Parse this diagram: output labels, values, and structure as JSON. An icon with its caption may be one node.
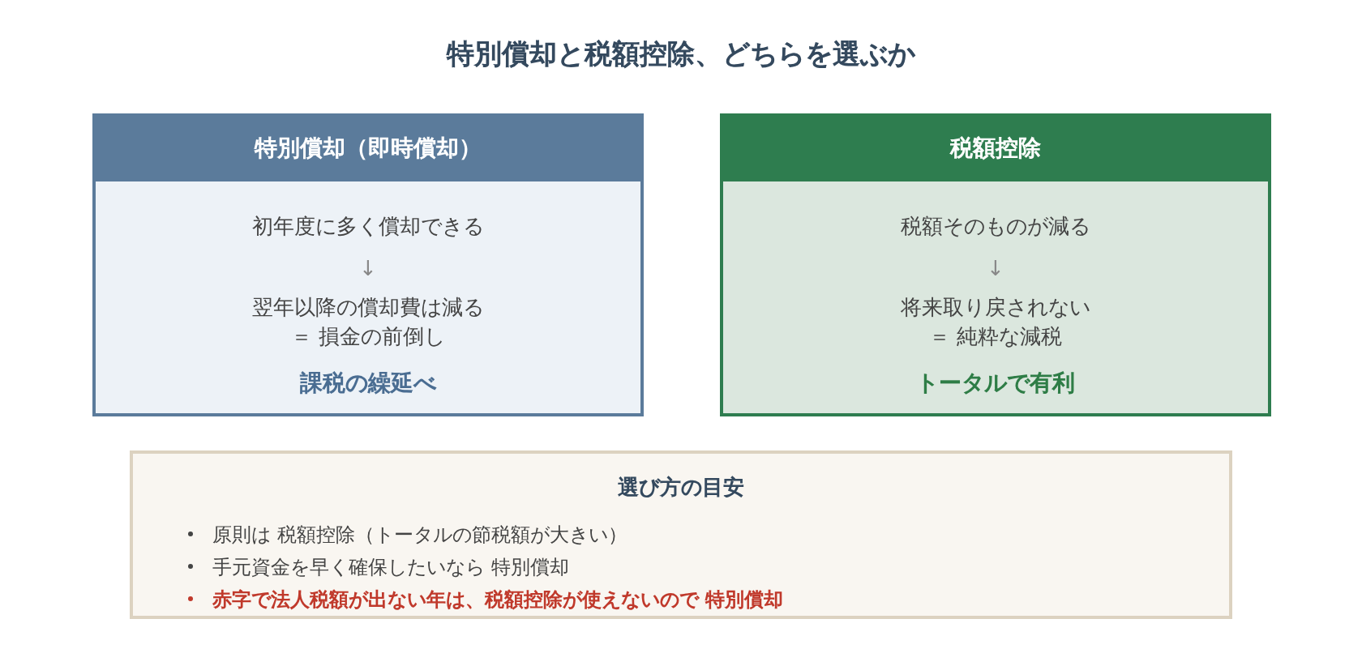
{
  "diagram": {
    "title": "特別償却と税額控除、どちらを選ぶか",
    "nodes": [
      {
        "text": [
          "特別償却（即時償却）",
          "初年度に多く償却できる",
          "↓",
          "翌年以降の償却費は減る",
          "＝ 損金の前倒し",
          "課税の繰延べ"
        ]
      },
      {
        "text": [
          "税額控除",
          "税額そのものが減る",
          "↓",
          "将来取り戻されない",
          "＝ 純粋な減税",
          "トータルで有利"
        ]
      },
      {
        "text": [
          "選び方の目安",
          "原則は 税額控除（トータルの節税額が大きい）",
          "手元資金を早く確保したいなら 特別償却",
          "赤字で法人税額が出ない年は、税額控除が使えないので 特別償却"
        ]
      }
    ]
  }
}
